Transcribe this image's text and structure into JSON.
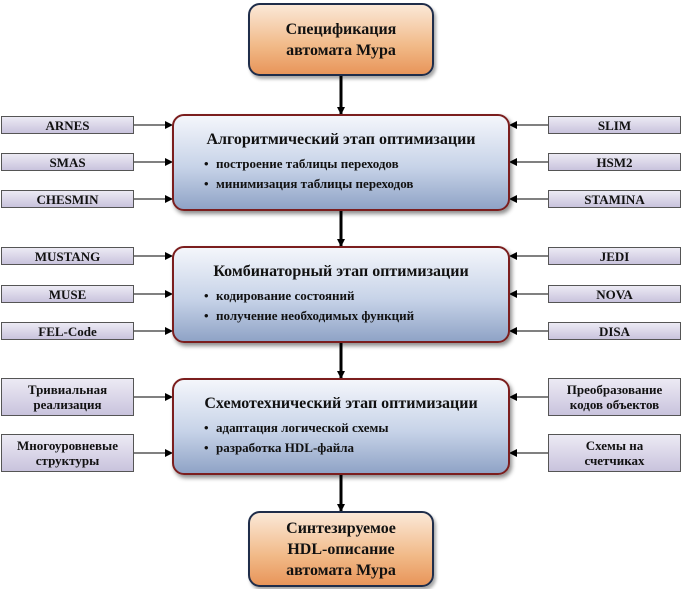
{
  "spec": {
    "line1": "Спецификация",
    "line2": "автомата Мура"
  },
  "stages": [
    {
      "title": "Алгоритмический этап оптимизации",
      "bullets": [
        "построение таблицы переходов",
        "минимизация таблицы переходов"
      ]
    },
    {
      "title": "Комбинаторный этап оптимизации",
      "bullets": [
        "кодирование состояний",
        "получение необходимых функций"
      ]
    },
    {
      "title": "Схемотехнический этап оптимизации",
      "bullets": [
        "адаптация логической схемы",
        "разработка HDL-файла"
      ]
    }
  ],
  "bullet_glyph": "•",
  "left_tools": [
    {
      "l1": "ARNES"
    },
    {
      "l1": "SMAS"
    },
    {
      "l1": "CHESMIN"
    },
    {
      "l1": "MUSTANG"
    },
    {
      "l1": "MUSE"
    },
    {
      "l1": "FEL-Code"
    },
    {
      "l1": "Тривиальная",
      "l2": "реализация"
    },
    {
      "l1": "Многоуровневые",
      "l2": "структуры"
    }
  ],
  "right_tools": [
    {
      "l1": "SLIM"
    },
    {
      "l1": "HSM2"
    },
    {
      "l1": "STAMINA"
    },
    {
      "l1": "JEDI"
    },
    {
      "l1": "NOVA"
    },
    {
      "l1": "DISA"
    },
    {
      "l1": "Преобразование",
      "l2": "кодов объектов"
    },
    {
      "l1": "Схемы на",
      "l2": "счетчиках"
    }
  ],
  "result": {
    "line1": "Синтезируемое",
    "line2": "HDL-описание",
    "line3": "автомата Мура"
  },
  "colors": {
    "stage_border": "#7b1e1e",
    "orange_fill": "#f1b987",
    "blue_fill": "#c7d3e8",
    "tool_fill": "#c9c3dd"
  }
}
